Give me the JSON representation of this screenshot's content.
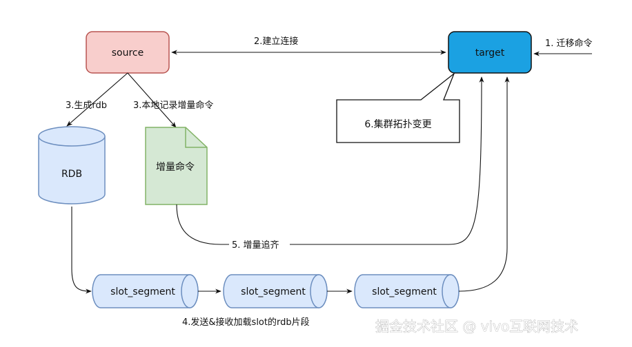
{
  "nodes": {
    "source": "source",
    "target": "target",
    "rdb": "RDB",
    "incremental_cmd": "增量命令",
    "callout": "6.集群拓扑变更",
    "slot_segments": [
      "slot_segment",
      "slot_segment",
      "slot_segment"
    ]
  },
  "edges": {
    "migrate_cmd": "1. 迁移命令",
    "connect": "2.建立连接",
    "gen_rdb": "3.生成rdb",
    "record_incremental": "3.本地记录增量命令",
    "send_receive": "4.发送&接收加载slot的rdb片段",
    "catch_up": "5. 增量追齐"
  },
  "watermark": "掘金技术社区 @ vivo互联网技术",
  "colors": {
    "source_fill": "#f8cecc",
    "source_stroke": "#b85450",
    "target_fill": "#1ba1e2",
    "target_stroke": "#006eaf",
    "rdb_fill": "#dae8fc",
    "rdb_stroke": "#6c8ebf",
    "doc_fill": "#d5e8d4",
    "doc_stroke": "#82b366"
  }
}
